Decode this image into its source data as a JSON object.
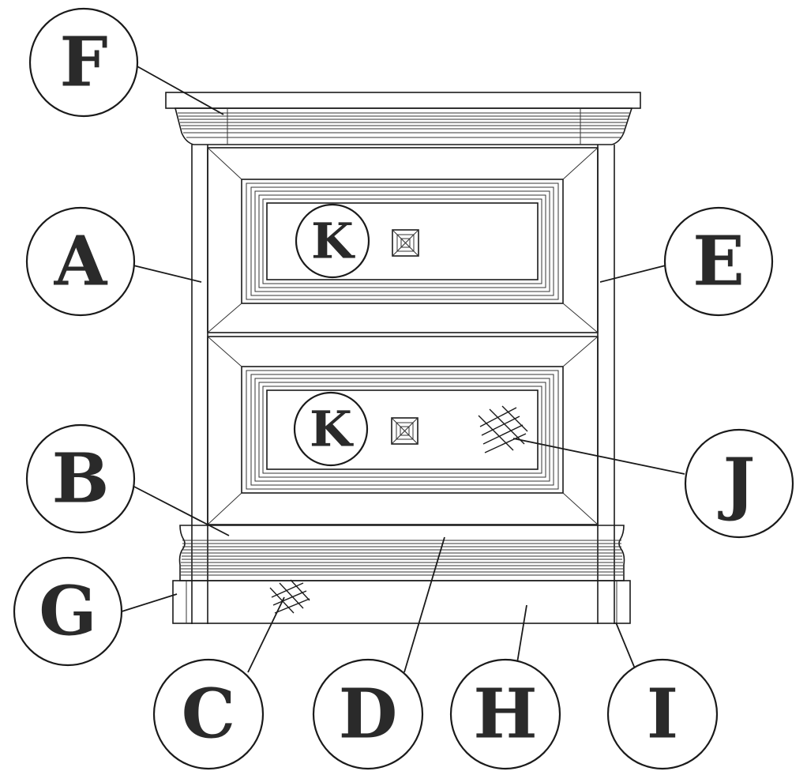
{
  "callouts": {
    "A": "A",
    "B": "B",
    "C": "C",
    "D": "D",
    "E": "E",
    "F": "F",
    "G": "G",
    "H": "H",
    "I": "I",
    "J": "J",
    "K_top": "K",
    "K_bottom": "K"
  },
  "colors": {
    "line": "#1a1a1a",
    "background": "#ffffff",
    "label_text": "#2a2a2a"
  }
}
